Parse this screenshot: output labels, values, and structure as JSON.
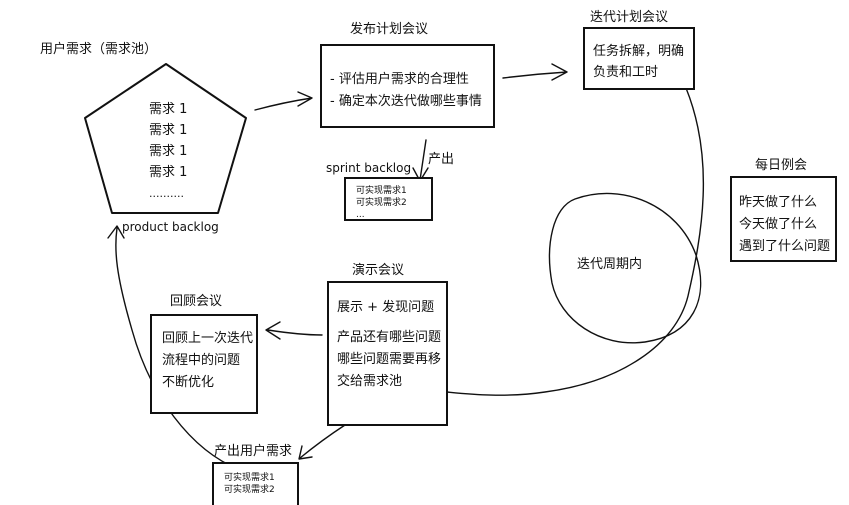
{
  "user_needs": {
    "title": "用户需求（需求池）",
    "items": [
      "需求 1",
      "需求 1",
      "需求 1",
      "需求 1",
      ".........."
    ],
    "label": "product backlog"
  },
  "release_meeting": {
    "title": "发布计划会议",
    "lines": [
      "- 评估用户需求的合理性",
      "- 确定本次迭代做哪些事情"
    ]
  },
  "sprint_backlog": {
    "title": "sprint backlog",
    "produce_label": "产出",
    "items": [
      "可实现需求1",
      "可实现需求2",
      "..."
    ]
  },
  "iteration_planning": {
    "title": "迭代计划会议",
    "lines": [
      "任务拆解，明确",
      "负责和工时"
    ]
  },
  "daily_standup": {
    "title": "每日例会",
    "lines": [
      "昨天做了什么",
      "今天做了什么",
      "遇到了什么问题"
    ]
  },
  "cycle": {
    "label": "迭代周期内"
  },
  "demo_meeting": {
    "title": "演示会议",
    "lines": [
      "展示 + 发现问题",
      "",
      "产品还有哪些问题",
      "哪些问题需要再移",
      "交给需求池"
    ]
  },
  "retro_meeting": {
    "title": "回顾会议",
    "lines": [
      "回顾上一次迭代",
      "流程中的问题",
      "不断优化"
    ]
  },
  "output_needs": {
    "title": "产出用户需求",
    "items": [
      "可实现需求1",
      "可实现需求2"
    ]
  }
}
